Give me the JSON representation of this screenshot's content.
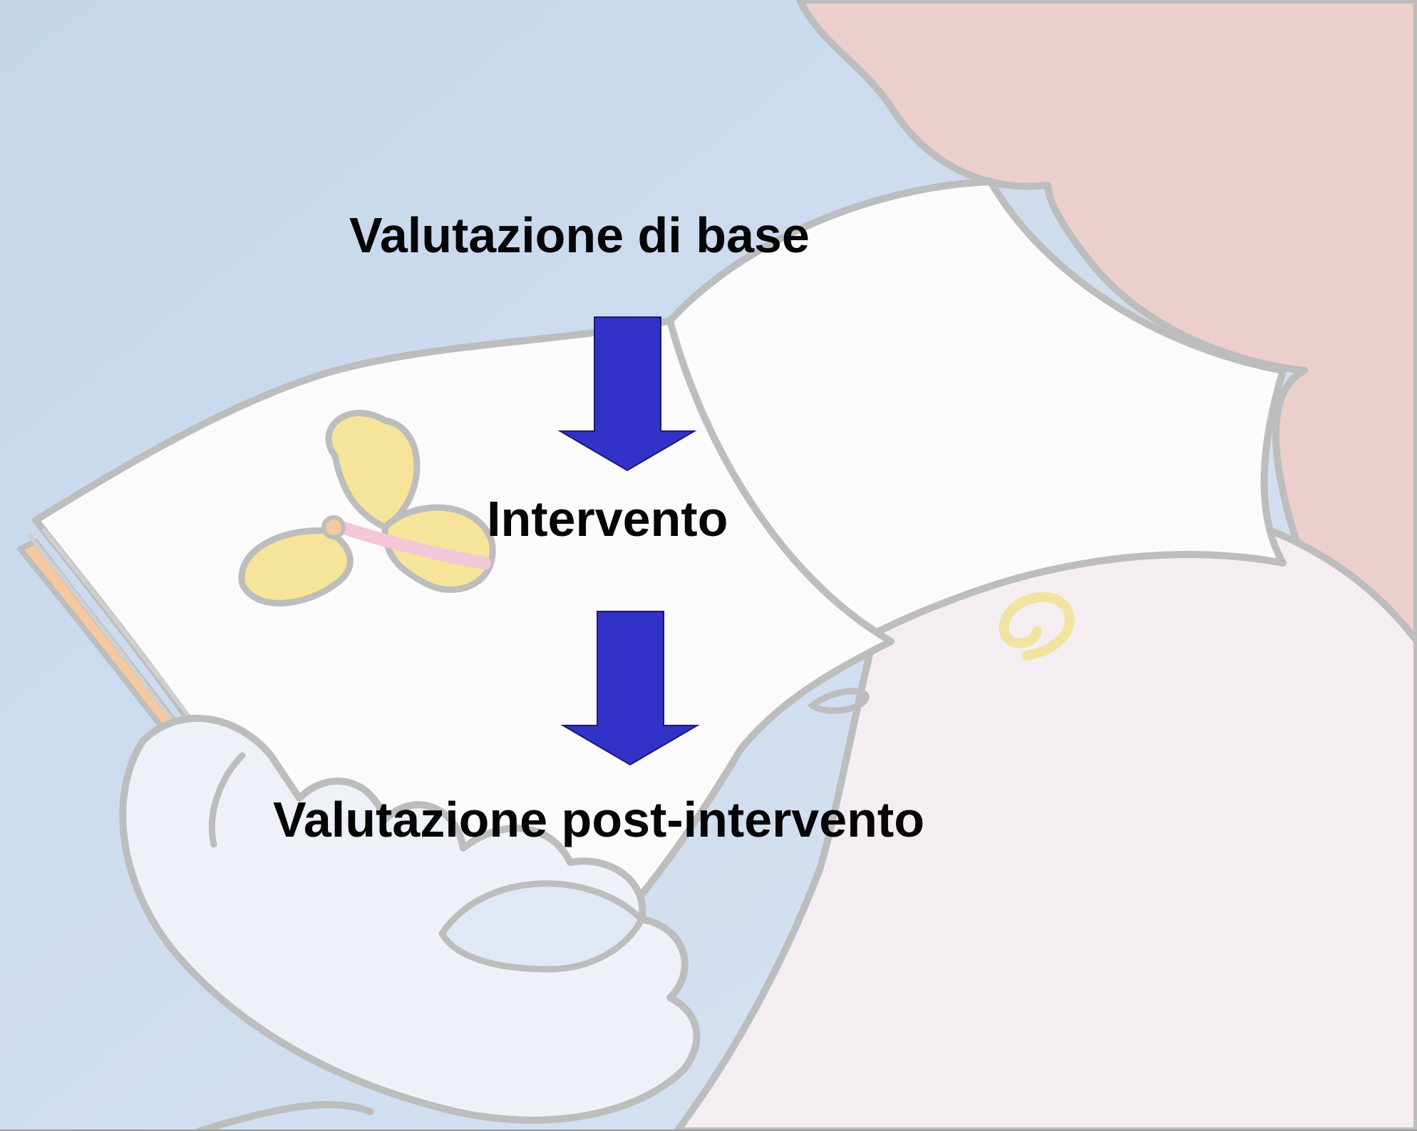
{
  "diagram": {
    "steps": [
      {
        "label": "Valutazione di base"
      },
      {
        "label": "Intervento"
      },
      {
        "label": "Valutazione post-intervento"
      }
    ],
    "arrow_color": "#3232c8",
    "arrow_direction": "down"
  },
  "background": {
    "sky_color": "#cfddef",
    "skin_color": "#edcfc9",
    "page_color": "#fafafa",
    "outline_color": "#bdbdbd",
    "butterfly_color": "#f5e49a"
  }
}
